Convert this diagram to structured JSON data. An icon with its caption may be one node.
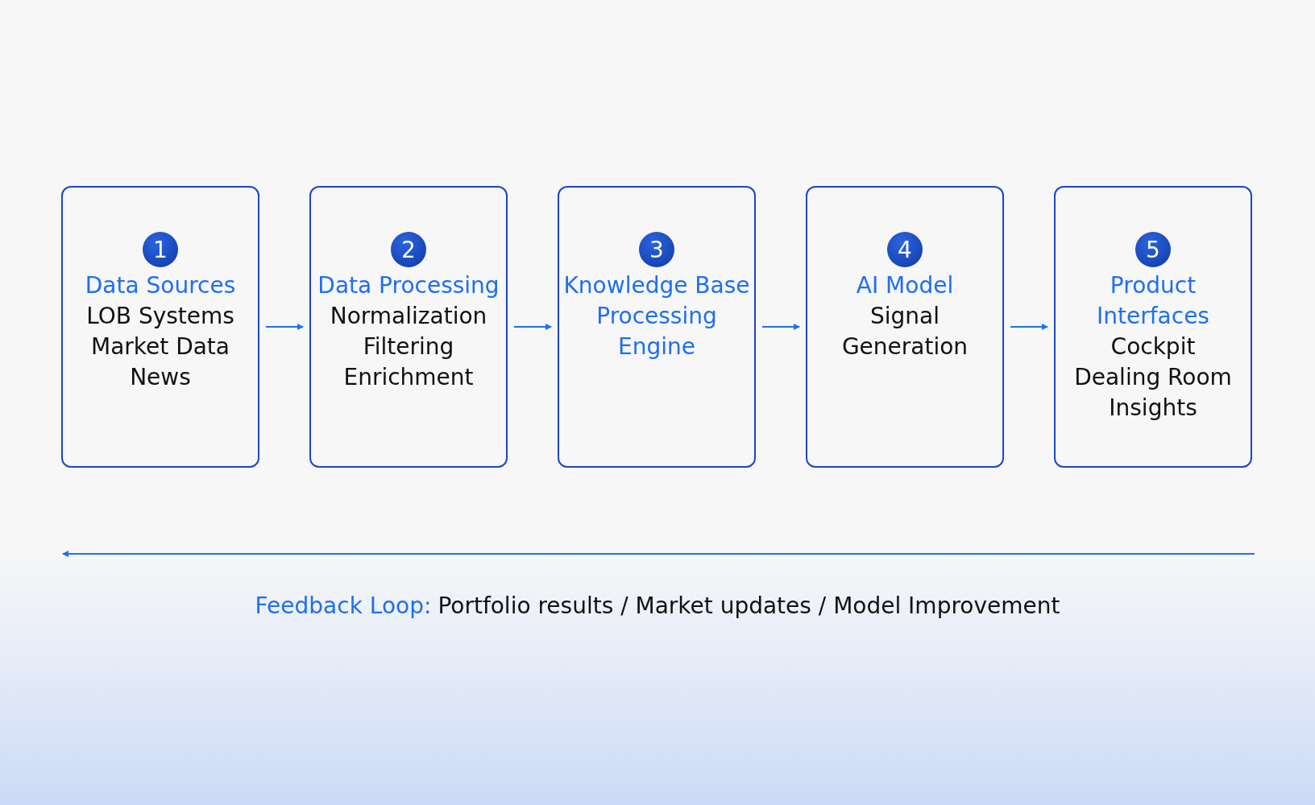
{
  "diagram": {
    "nodes": [
      {
        "text": [
          "1",
          "Data Sources",
          "LOB Systems",
          "Market Data",
          "News"
        ]
      },
      {
        "text": [
          "2",
          "Data Processing",
          "Normalization",
          "Filtering",
          "Enrichment"
        ]
      },
      {
        "text": [
          "3",
          "Knowledge Base Processing Engine"
        ]
      },
      {
        "text": [
          "4",
          "AI Model",
          "Signal",
          "Generation"
        ]
      },
      {
        "text": [
          "5",
          "Product Interfaces",
          "Cockpit",
          "Dealing Room",
          "Insights"
        ]
      }
    ],
    "edges": [
      {
        "from": 0,
        "to": 1,
        "arrow": "to"
      },
      {
        "from": 1,
        "to": 2,
        "arrow": "to"
      },
      {
        "from": 2,
        "to": 3,
        "arrow": "to"
      },
      {
        "from": 3,
        "to": 4,
        "arrow": "to"
      }
    ],
    "labels": [
      "Feedback Loop:",
      "Portfolio results / Market updates / Model Improvement"
    ]
  }
}
